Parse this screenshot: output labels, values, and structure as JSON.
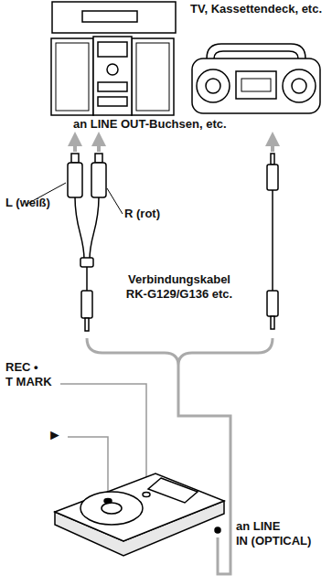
{
  "diagram": {
    "labels": [
      "TV, Kassettendeck, etc.",
      "an LINE OUT-Buchsen, etc.",
      "L (weiß)",
      "R (rot)",
      "Verbindungskabel RK-G129/G136 etc.",
      "REC • T MARK",
      "►",
      "an LINE IN (OPTICAL)"
    ]
  }
}
